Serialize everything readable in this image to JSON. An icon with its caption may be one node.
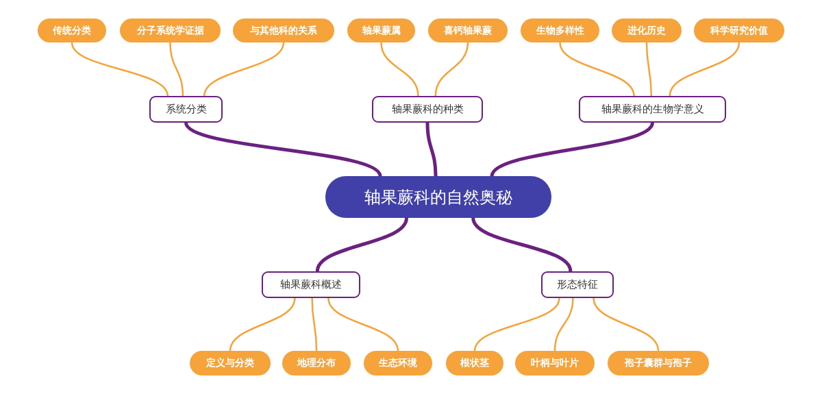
{
  "diagram": {
    "nodes": [
      {
        "text": [
          "传统分类"
        ]
      },
      {
        "text": [
          "分子系统学证据"
        ]
      },
      {
        "text": [
          "与其他科的关系"
        ]
      },
      {
        "text": [
          "轴果蕨属"
        ]
      },
      {
        "text": [
          "喜钙轴果蕨"
        ]
      },
      {
        "text": [
          "生物多样性"
        ]
      },
      {
        "text": [
          "进化历史"
        ]
      },
      {
        "text": [
          "科学研究价值"
        ]
      },
      {
        "text": [
          "系统分类"
        ]
      },
      {
        "text": [
          "轴果蕨科的种类"
        ]
      },
      {
        "text": [
          "轴果蕨科的生物学意义"
        ]
      },
      {
        "text": [
          "轴果蕨科的自然奥秘"
        ]
      },
      {
        "text": [
          "轴果蕨科概述"
        ]
      },
      {
        "text": [
          "形态特征"
        ]
      },
      {
        "text": [
          "定义与分类"
        ]
      },
      {
        "text": [
          "地理分布"
        ]
      },
      {
        "text": [
          "生态环境"
        ]
      },
      {
        "text": [
          "根状茎"
        ]
      },
      {
        "text": [
          "叶柄与叶片"
        ]
      },
      {
        "text": [
          "孢子囊群与孢子"
        ]
      }
    ],
    "edges": [
      {
        "from": 11,
        "to": 8,
        "arrow": "none",
        "style": "thick",
        "color": "#6a2180"
      },
      {
        "from": 11,
        "to": 9,
        "arrow": "none",
        "style": "thick",
        "color": "#6a2180"
      },
      {
        "from": 11,
        "to": 10,
        "arrow": "none",
        "style": "thick",
        "color": "#6a2180"
      },
      {
        "from": 11,
        "to": 12,
        "arrow": "none",
        "style": "thick",
        "color": "#6a2180"
      },
      {
        "from": 11,
        "to": 13,
        "arrow": "none",
        "style": "thick",
        "color": "#6a2180"
      },
      {
        "from": 8,
        "to": 0,
        "arrow": "none"
      },
      {
        "from": 8,
        "to": 1,
        "arrow": "none"
      },
      {
        "from": 8,
        "to": 2,
        "arrow": "none"
      },
      {
        "from": 9,
        "to": 3,
        "arrow": "none"
      },
      {
        "from": 9,
        "to": 4,
        "arrow": "none"
      },
      {
        "from": 10,
        "to": 5,
        "arrow": "none"
      },
      {
        "from": 10,
        "to": 6,
        "arrow": "none"
      },
      {
        "from": 10,
        "to": 7,
        "arrow": "none"
      },
      {
        "from": 12,
        "to": 14,
        "arrow": "none"
      },
      {
        "from": 12,
        "to": 15,
        "arrow": "none"
      },
      {
        "from": 12,
        "to": 16,
        "arrow": "none"
      },
      {
        "from": 13,
        "to": 17,
        "arrow": "none"
      },
      {
        "from": 13,
        "to": 18,
        "arrow": "none"
      },
      {
        "from": 13,
        "to": 19,
        "arrow": "none"
      }
    ]
  }
}
